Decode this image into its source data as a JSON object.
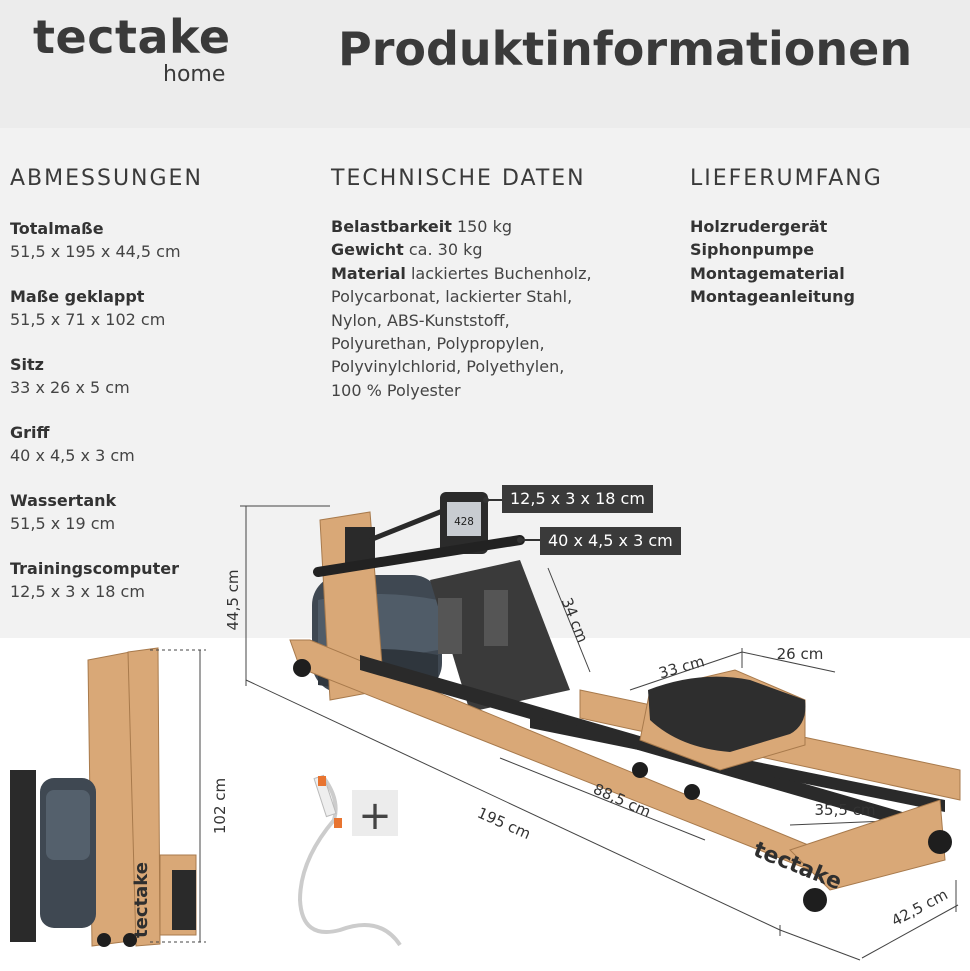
{
  "header": {
    "brand": "tectake",
    "brand_sub": "home",
    "title": "Produktinformationen"
  },
  "sections": {
    "dimensions": {
      "heading": "ABMESSUNGEN",
      "items": [
        {
          "label": "Totalmaße",
          "value": "51,5 x 195 x 44,5 cm"
        },
        {
          "label": "Maße geklappt",
          "value": "51,5 x 71 x 102 cm"
        },
        {
          "label": "Sitz",
          "value": "33 x 26 x 5 cm"
        },
        {
          "label": "Griff",
          "value": "40 x 4,5 x 3 cm"
        },
        {
          "label": "Wassertank",
          "value": "51,5 x 19 cm"
        },
        {
          "label": "Trainingscomputer",
          "value": "12,5 x 3 x 18 cm"
        }
      ]
    },
    "technical": {
      "heading": "TECHNISCHE DATEN",
      "load_label": "Belastbarkeit",
      "load_value": "150 kg",
      "weight_label": "Gewicht",
      "weight_value": "ca. 30 kg",
      "material_label": "Material",
      "material_lines": [
        "lackiertes Buchenholz,",
        "Polycarbonat, lackierter Stahl,",
        "Nylon, ABS-Kunststoff,",
        "Polyurethan, Polypropylen,",
        "Polyvinylchlorid, Polyethylen,",
        "100 % Polyester"
      ]
    },
    "delivery": {
      "heading": "LIEFERUMFANG",
      "items": [
        "Holzrudergerät",
        "Siphonpumpe",
        "Montagematerial",
        "Montageanleitung"
      ]
    }
  },
  "illustration": {
    "computer_dim": "12,5 x 3 x 18 cm",
    "handle_dim": "40 x 4,5 x 3 cm",
    "height": "44,5 cm",
    "footplate": "34 cm",
    "seat_length": "33 cm",
    "seat_width": "26 cm",
    "length": "195 cm",
    "rail": "88,5 cm",
    "rear_width": "35,5 cm",
    "width": "42,5 cm",
    "folded_height": "102 cm",
    "brand_on_rail": "tectake",
    "brand_on_folded": "tectake",
    "display_value": "428",
    "plus": "+"
  },
  "colors": {
    "header_bg": "#ececec",
    "content_bg": "#f2f2f2",
    "wood": "#d9a877",
    "dark": "#3a3a3a"
  }
}
